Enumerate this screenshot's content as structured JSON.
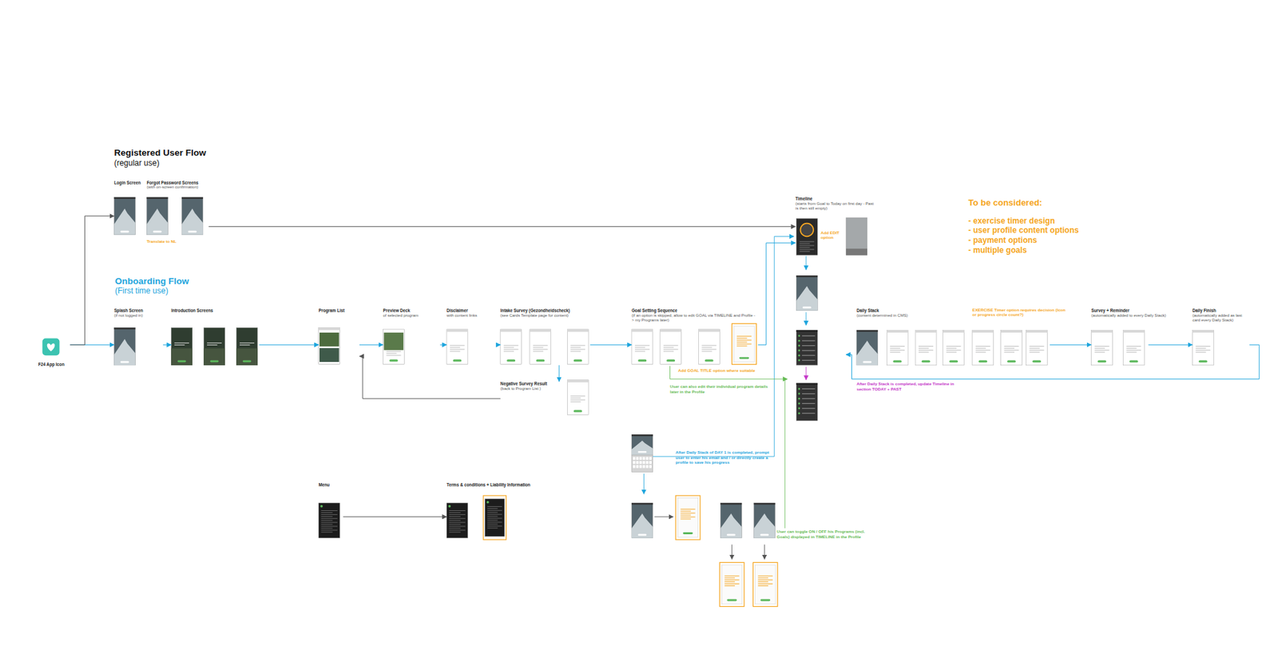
{
  "diagram": {
    "nodes": [
      {
        "text": [
          "F24 App Icon"
        ]
      },
      {
        "text": [
          "Login Screen"
        ]
      },
      {
        "text": [
          "Forgot Password Screens",
          "(with on-screen confirmation)"
        ]
      },
      {
        "text": [
          "Splash Screen",
          "(if not logged in)"
        ]
      },
      {
        "text": [
          "Introduction Screens"
        ]
      },
      {
        "text": [
          "Program List"
        ]
      },
      {
        "text": [
          "Preview Deck",
          "of selected program"
        ]
      },
      {
        "text": [
          "Disclaimer",
          "with content links"
        ]
      },
      {
        "text": [
          "Intake Survey (Gezondheidscheck)",
          "(see Cards Template page for content)"
        ]
      },
      {
        "text": [
          "Negative Survey Result",
          "(back to Program List )"
        ]
      },
      {
        "text": [
          "Goal Setting Sequence",
          "(if an option is skipped, allow to edit GOAL via TIMELINE and Profile -> my Programs later)"
        ]
      },
      {
        "text": [
          "Timeline",
          "(starts from Goal to Today on first day - Past is then still empty)"
        ]
      },
      {
        "text": [
          "Daily Stack",
          "(content determined in CMS)"
        ]
      },
      {
        "text": [
          "Survey + Reminder",
          "(automatically added to every Daily Stack)"
        ]
      },
      {
        "text": [
          "Daily Finish",
          "(automatically added as last card every Daily Stack)"
        ]
      },
      {
        "text": [
          "Menu"
        ]
      },
      {
        "text": [
          "Terms & conditions + Liability Information"
        ]
      }
    ],
    "edges": [
      {
        "from": 0,
        "to": 3,
        "arrow": "to"
      },
      {
        "from": 0,
        "to": 1,
        "arrow": "to"
      },
      {
        "from": 2,
        "to": 11,
        "arrow": "to"
      },
      {
        "from": 3,
        "to": 4,
        "arrow": "to"
      },
      {
        "from": 4,
        "to": 5,
        "arrow": "to"
      },
      {
        "from": 5,
        "to": 6,
        "arrow": "to"
      },
      {
        "from": 6,
        "to": 7,
        "arrow": "to"
      },
      {
        "from": 7,
        "to": 8,
        "arrow": "to"
      },
      {
        "from": 8,
        "to": 10,
        "arrow": "to"
      },
      {
        "from": 8,
        "to": 9,
        "arrow": "to"
      },
      {
        "from": 9,
        "to": 5,
        "arrow": "to"
      },
      {
        "from": 10,
        "to": 11,
        "arrow": "to"
      },
      {
        "from": 12,
        "to": 13,
        "arrow": "to"
      },
      {
        "from": 13,
        "to": 14,
        "arrow": "to"
      },
      {
        "from": 14,
        "to": 11,
        "arrow": "to"
      },
      {
        "from": 15,
        "to": 16,
        "arrow": "to"
      }
    ],
    "labels": [
      "Registered User Flow",
      "(regular use)",
      "Translate to NL",
      "Onboarding Flow",
      "(First time use)",
      "Add EDIT option",
      "To be considered:",
      "- exercise timer design",
      "- user profile content options",
      "- payment options",
      "- multiple goals",
      "EXERCISE Timer option requires decision (Icon or progress circle count?)",
      "Add GOAL TITLE option where suitable",
      "User can also edit their individual program details later in the Profile",
      "After Daily Stack is completed, update Timeline in section TODAY + PAST",
      "After Daily Stack of DAY 1 is completed, prompt user to enter his email and / or directly create a profile to save his progress",
      "User can toggle ON / OFF his Programs (incl. Goals) displayed in TIMELINE in the Profile"
    ]
  }
}
